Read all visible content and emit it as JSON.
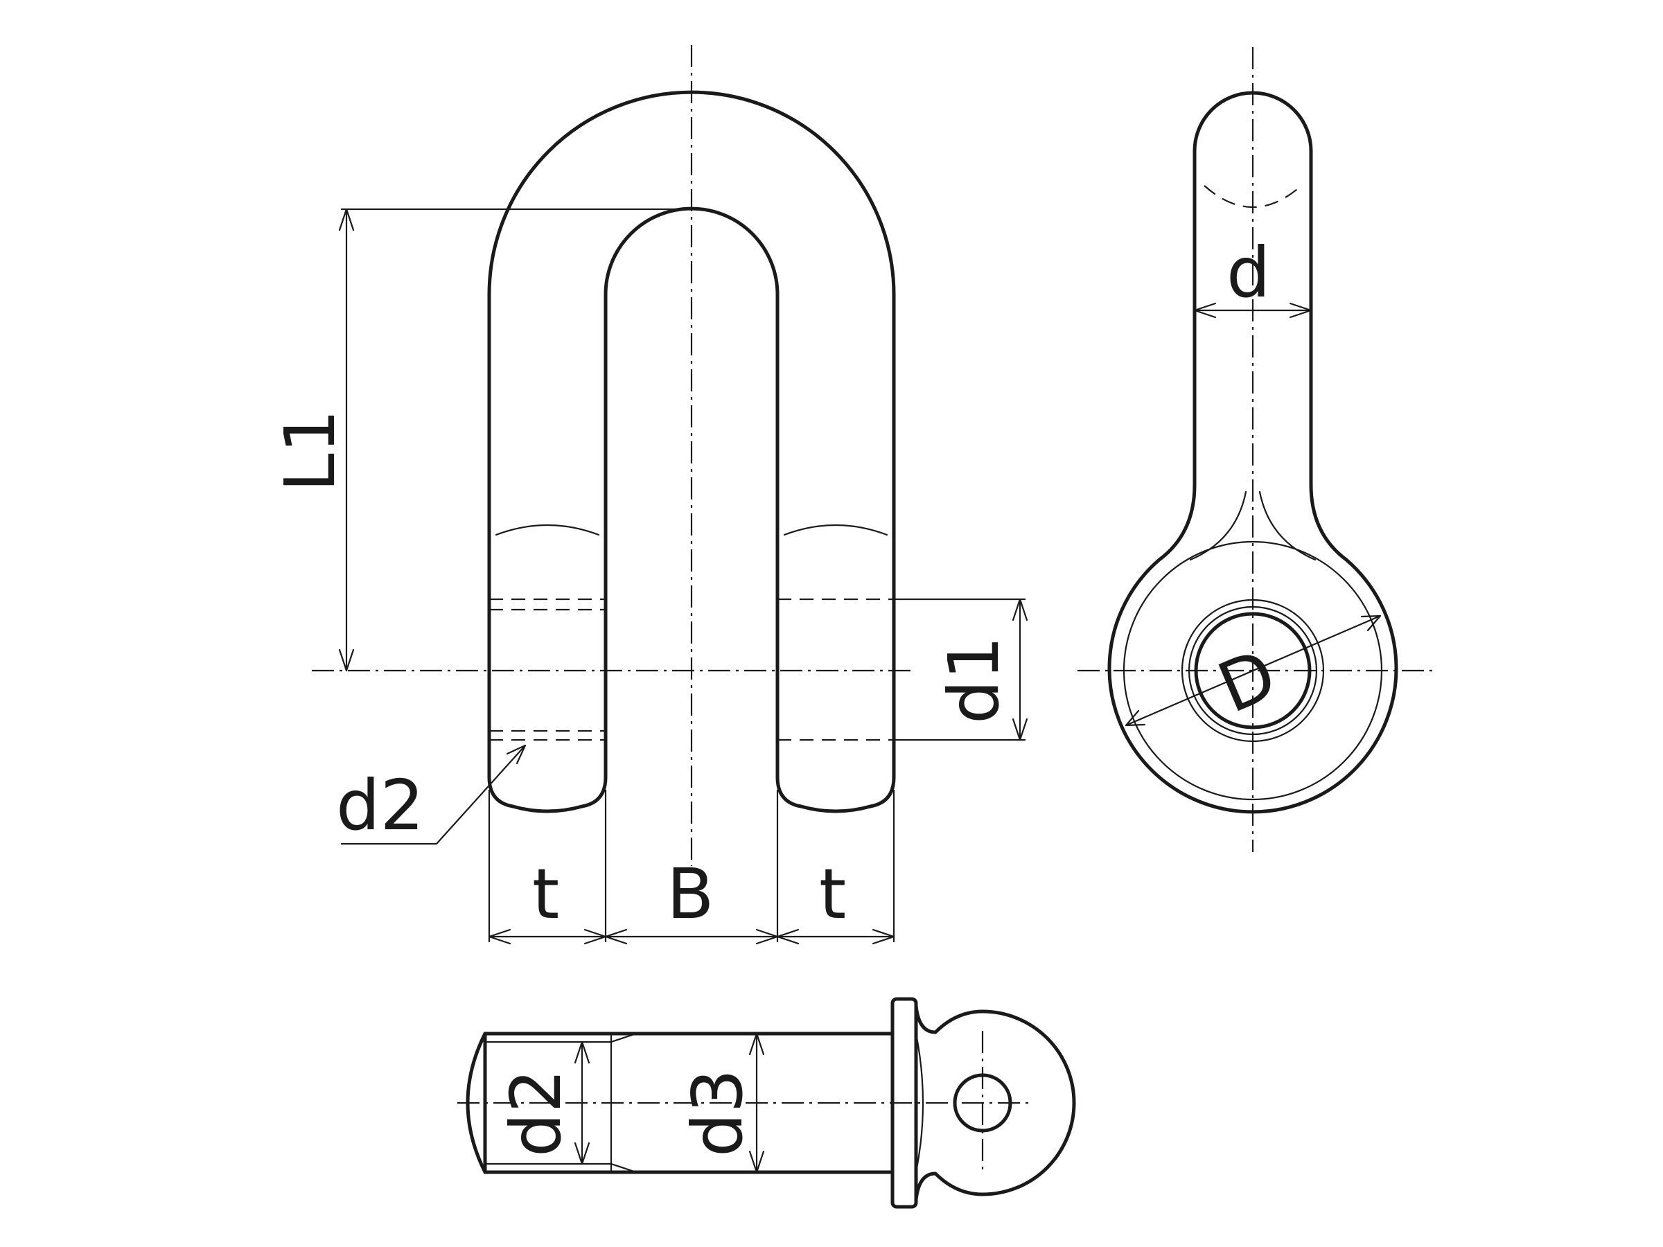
{
  "labels": {
    "L1": "L1",
    "d": "d",
    "d1": "d1",
    "d2": "d2",
    "d2_pin": "d2",
    "d3": "d3",
    "t_left": "t",
    "B": "B",
    "t_right": "t",
    "D": "D"
  }
}
